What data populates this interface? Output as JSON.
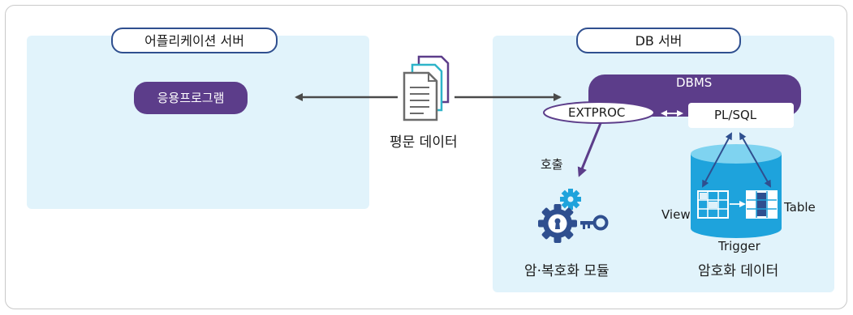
{
  "app_server": {
    "title": "어플리케이션 서버",
    "app_label": "응용프로그램"
  },
  "db_server": {
    "title": "DB 서버",
    "dbms_label": "DBMS",
    "extproc_label": "EXTPROC",
    "plsql_label": "PL/SQL",
    "view_label": "View",
    "table_label": "Table",
    "trigger_label": "Trigger",
    "encrypted_data_label": "암호화 데이터"
  },
  "plaintext_label": "평문 데이터",
  "call_label": "호출",
  "crypto_module_label": "암·복호화 모듈",
  "colors": {
    "panel_bg": "#e1f3fb",
    "purple": "#5c3d8a",
    "navy": "#2f4f8f",
    "db_blue": "#1ea3dc",
    "cylinder_top": "#7fd3f0"
  },
  "icons": [
    "document-stack-icon",
    "gear-lock-icon",
    "key-icon",
    "database-cylinder-icon"
  ]
}
